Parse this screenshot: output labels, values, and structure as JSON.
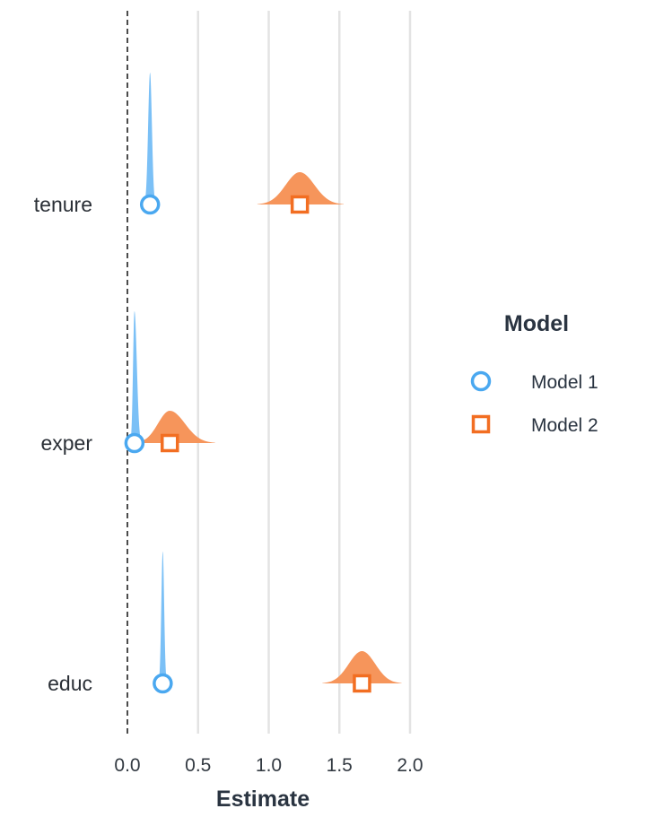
{
  "chart_data": {
    "type": "scatter",
    "subtype": "coefficient plot with posterior density shapes",
    "xlabel": "Estimate",
    "xlim": [
      0,
      2.1
    ],
    "xticks": [
      "0.0",
      "0.5",
      "1.0",
      "1.5",
      "2.0"
    ],
    "xtick_values": [
      0,
      0.5,
      1.0,
      1.5,
      2.0
    ],
    "reference_line": 0,
    "grid": "vertical major gridlines",
    "categories": [
      "tenure",
      "exper",
      "educ"
    ],
    "legend": {
      "title": "Model",
      "placement": "right"
    },
    "series": [
      {
        "name": "Model 1",
        "marker": "circle",
        "color": "#4aa8f0",
        "fill_color": "#74bdf5",
        "points": [
          {
            "category": "tenure",
            "estimate": 0.16,
            "density_min": 0.12,
            "density_max": 0.2
          },
          {
            "category": "exper",
            "estimate": 0.05,
            "density_min": 0.02,
            "density_max": 0.1
          },
          {
            "category": "educ",
            "estimate": 0.25,
            "density_min": 0.22,
            "density_max": 0.28
          }
        ]
      },
      {
        "name": "Model 2",
        "marker": "square",
        "color": "#f26e22",
        "fill_color": "#f58f52",
        "points": [
          {
            "category": "tenure",
            "estimate": 1.22,
            "density_min": 0.92,
            "density_max": 1.53
          },
          {
            "category": "exper",
            "estimate": 0.3,
            "density_min": 0.05,
            "density_max": 0.62
          },
          {
            "category": "educ",
            "estimate": 1.66,
            "density_min": 1.38,
            "density_max": 1.94
          }
        ]
      }
    ]
  }
}
